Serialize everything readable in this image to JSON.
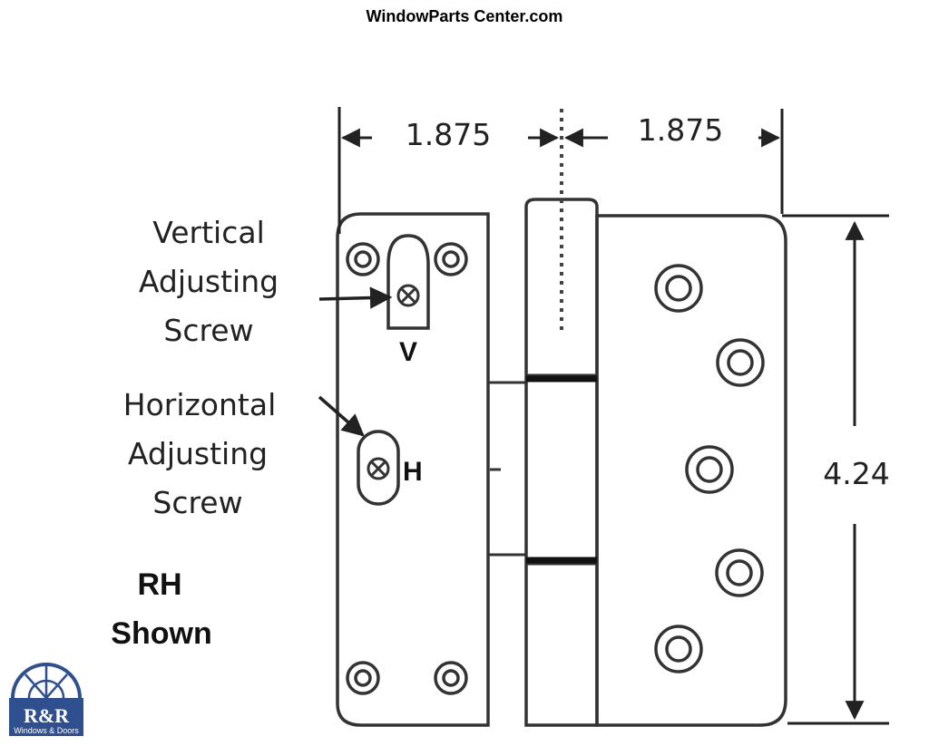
{
  "header": {
    "site_name": "WindowParts Center.com"
  },
  "dimensions": {
    "left_leaf_width": "1.875",
    "right_leaf_width": "1.875",
    "height": "4.24"
  },
  "callouts": {
    "vertical_line1": "Vertical",
    "vertical_line2": "Adjusting",
    "vertical_line3": "Screw",
    "horizontal_line1": "Horizontal",
    "horizontal_line2": "Adjusting",
    "horizontal_line3": "Screw",
    "v_mark": "V",
    "h_mark": "H"
  },
  "note": {
    "line1": "RH",
    "line2": "Shown"
  },
  "logo": {
    "brand": "R&R",
    "tagline": "Windows & Doors",
    "color": "#2f4f8f"
  }
}
